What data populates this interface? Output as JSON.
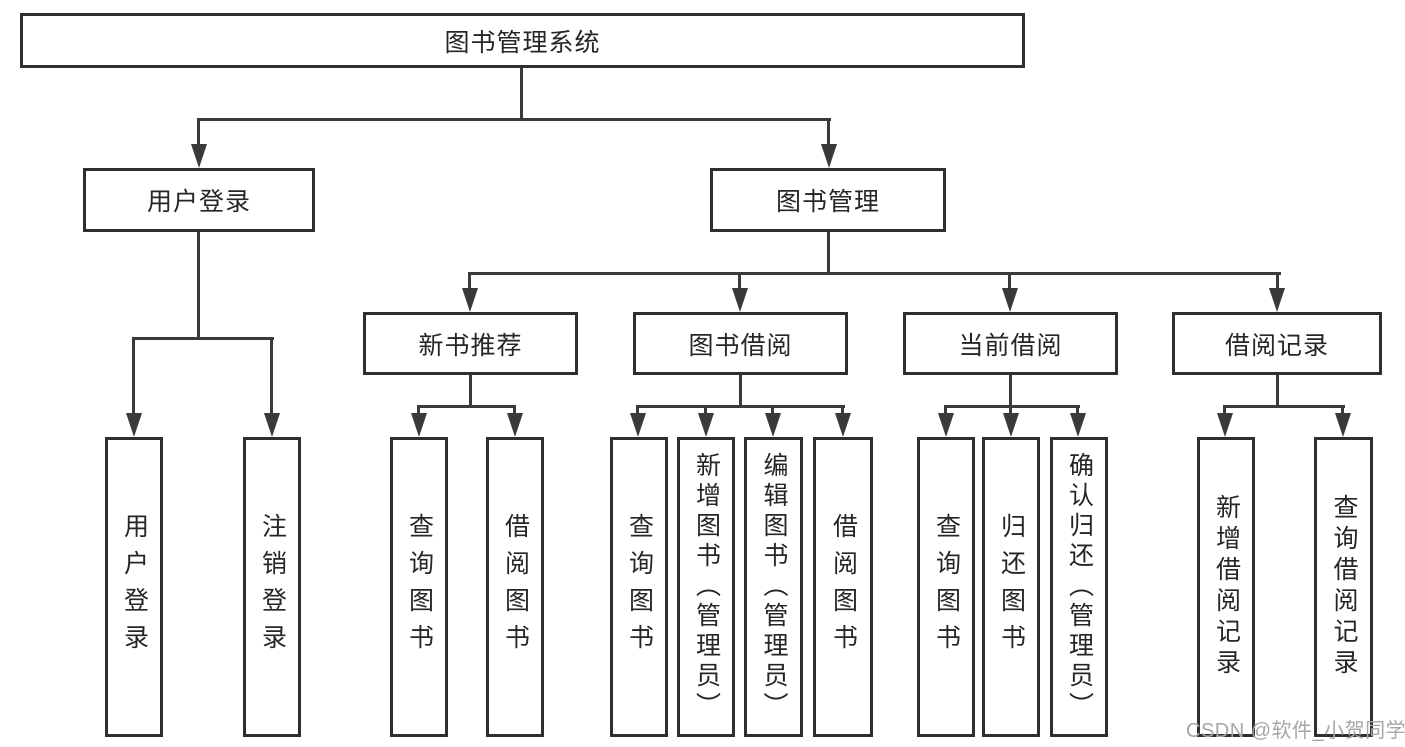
{
  "colors": {
    "line": "#3a3a3a",
    "border": "#2f2f2f",
    "text": "#262626",
    "watermark": "#a6a6a6",
    "background": "#ffffff"
  },
  "diagram": {
    "root": {
      "label": "图书管理系统"
    },
    "level2": [
      {
        "label": "用户登录"
      },
      {
        "label": "图书管理"
      }
    ],
    "level3": [
      {
        "label": "新书推荐"
      },
      {
        "label": "图书借阅"
      },
      {
        "label": "当前借阅"
      },
      {
        "label": "借阅记录"
      }
    ],
    "leaves": [
      {
        "group": "用户登录",
        "label": "用户登录"
      },
      {
        "group": "用户登录",
        "label": "注销登录"
      },
      {
        "group": "新书推荐",
        "label": "查询图书"
      },
      {
        "group": "新书推荐",
        "label": "借阅图书"
      },
      {
        "group": "图书借阅",
        "label": "查询图书"
      },
      {
        "group": "图书借阅",
        "label": "新增图书（管理员）"
      },
      {
        "group": "图书借阅",
        "label": "编辑图书（管理员）"
      },
      {
        "group": "图书借阅",
        "label": "借阅图书"
      },
      {
        "group": "当前借阅",
        "label": "查询图书"
      },
      {
        "group": "当前借阅",
        "label": "归还图书"
      },
      {
        "group": "当前借阅",
        "label": "确认归还（管理员）"
      },
      {
        "group": "借阅记录",
        "label": "新增借阅记录"
      },
      {
        "group": "借阅记录",
        "label": "查询借阅记录"
      }
    ]
  },
  "watermark": {
    "text": "CSDN @软件_小贺同学"
  }
}
